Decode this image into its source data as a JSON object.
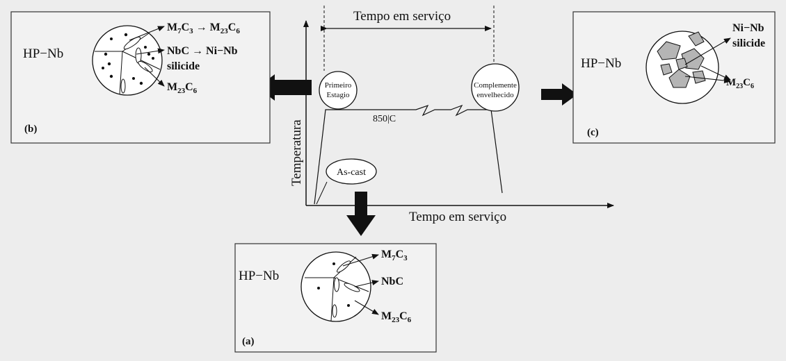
{
  "top_axis_label": "Tempo em serviço",
  "x_axis_label": "Tempo em serviço",
  "y_axis_label": "Temperatura",
  "temperature_label": "850|C",
  "stage_labels": {
    "first_stage_line1": "Primeiro",
    "first_stage_line2": "Estagio",
    "fully_aged_line1": "Complemente",
    "fully_aged_line2": "envelhecido",
    "as_cast": "As-cast"
  },
  "panel_a": {
    "tag": "(a)",
    "alloy": "HP−Nb",
    "label1": {
      "base1": "M",
      "sub1": "7",
      "base2": "C",
      "sub2": "3"
    },
    "label2": "NbC",
    "label3": {
      "base1": "M",
      "sub1": "23",
      "base2": "C",
      "sub2": "6"
    }
  },
  "panel_b": {
    "tag": "(b)",
    "alloy": "HP−Nb",
    "label1": {
      "base1": "M",
      "sub1": "7",
      "base2": "C",
      "sub2": "3",
      "arrow": "→",
      "base3": "M",
      "sub3": "23",
      "base4": "C",
      "sub4": "6"
    },
    "label2": "NbC → Ni−Nb",
    "label3": "silicide",
    "label4": {
      "base1": "M",
      "sub1": "23",
      "base2": "C",
      "sub2": "6"
    }
  },
  "panel_c": {
    "tag": "(c)",
    "alloy": "HP−Nb",
    "label1": "Ni−Nb",
    "label2": "silicide",
    "label3": {
      "base1": "M",
      "sub1": "23",
      "base2": "C",
      "sub2": "6"
    }
  }
}
